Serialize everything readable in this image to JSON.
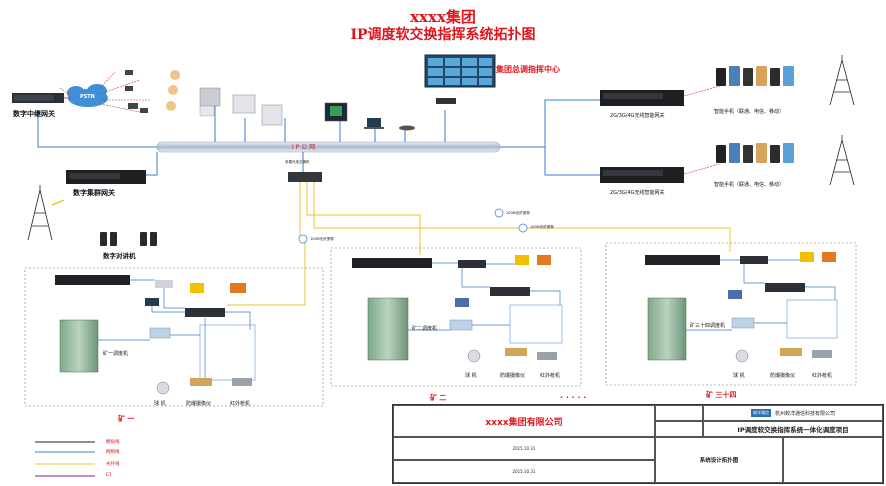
{
  "header": {
    "company": "xxxx集团",
    "title": "IP调度软交换指挥系统拓扑图"
  },
  "nodes": {
    "digital_trunk_gateway": "数字中继网关",
    "pstn": "PSTN",
    "ip_network": "I P 公 网",
    "digital_cluster_gateway": "数字集群网关",
    "digital_walkie_talkie": "数字对讲机",
    "command_center": "集团总调指挥中心",
    "gateway_4g_top": "2G/3G/4G无线智能网关",
    "gateway_4g_bottom": "2G/3G/4G无线智能网关",
    "smartphone_top": "智能手机（联通、电信、移动）",
    "smartphone_bottom": "智能手机（联通、电信、移动）",
    "multimode_switch": "多模光电交换机",
    "fiber_1": "100M光纤宽带",
    "fiber_2": "100M光纤宽带",
    "fiber_3": "100M光纤宽带"
  },
  "sites": [
    {
      "name": "矿  一",
      "dispatcher": "矿一调度机",
      "ball_camera": "球  机",
      "explosion_camera": "防爆摄像仪",
      "ir_gun": "红外枪机"
    },
    {
      "name": "矿  二",
      "dispatcher": "矿二调度机",
      "ball_camera": "球  机",
      "explosion_camera": "防爆摄像仪",
      "ir_gun": "红外枪机"
    },
    {
      "name": "矿 三十四",
      "dispatcher": "矿三十四调度机",
      "ball_camera": "球 机",
      "explosion_camera": "防爆摄像仪",
      "ir_gun": "红外枪机"
    }
  ],
  "dots": "· · · · ·",
  "legend": [
    {
      "label": "模拟线",
      "color": "#222222"
    },
    {
      "label": "网络线",
      "color": "#3a7bd5"
    },
    {
      "label": "光纤线",
      "color": "#f2c12e"
    },
    {
      "label": "E1",
      "color": "#7a1fa2"
    }
  ],
  "title_block": {
    "owner": "xxxx集团有限公司",
    "supplier": "杭州蛟洋通信科技有限公司",
    "logo_text": "蛟洋通信",
    "project": "IP调度软交换指挥系统一体化调度项目",
    "drawing_name": "系统设计拓扑图",
    "date1": "2015.10.31",
    "date2": "2015.10.31"
  },
  "colors": {
    "title_red": "#e0141c",
    "network_blue": "#3a7bd5",
    "fiber_yellow": "#f2c12e",
    "bus_gray": "#b8c7d9"
  }
}
